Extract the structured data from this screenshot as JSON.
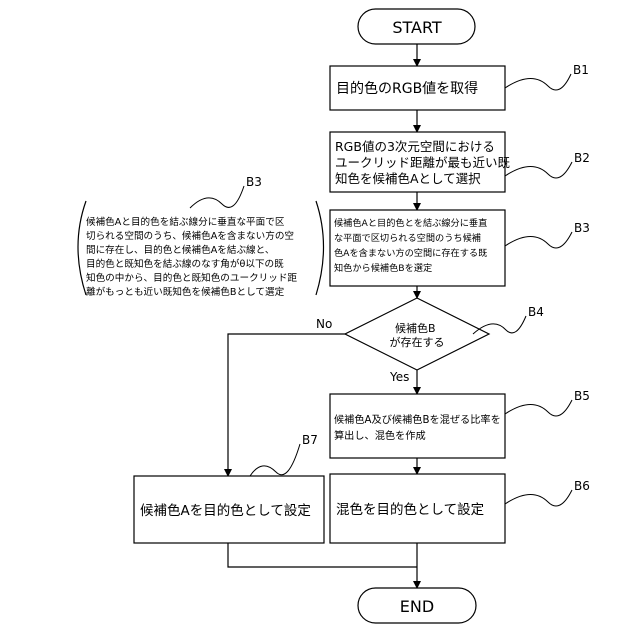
{
  "nodes": {
    "start": "START",
    "b1": "目的色のRGB値を取得",
    "b2": [
      "RGB値の3次元空間における",
      "ユークリッド距離が最も近い既",
      "知色を候補色Aとして選択"
    ],
    "b3": [
      "候補色Aと目的色とを結ぶ線分に垂直",
      "な平面で区切られる空間のうち候補",
      "色Aを含まない方の空間に存在する既",
      "知色から候補色Bを選定"
    ],
    "b4": [
      "候補色B",
      "が存在する"
    ],
    "b5": [
      "候補色A及び候補色Bを混ぜる比率を",
      "算出し、混色を作成"
    ],
    "b6": "混色を目的色として設定",
    "b7": "候補色Aを目的色として設定",
    "end": "END"
  },
  "note_b3": [
    "候補色Aと目的色を結ぶ線分に垂直な平面で区",
    "切られる空間のうち、候補色Aを含まない方の空",
    "間に存在し、目的色と候補色Aを結ぶ線と、",
    "目的色と既知色を結ぶ線のなす角がθ以下の既",
    "知色の中から、目的色と既知色のユークリッド距",
    "離がもっとも近い既知色を候補色Bとして選定"
  ],
  "labels": {
    "b1": "B1",
    "b2": "B2",
    "b3": "B3",
    "b3_note": "B3",
    "b4": "B4",
    "b5": "B5",
    "b6": "B6",
    "b7": "B7",
    "yes": "Yes",
    "no": "No"
  }
}
